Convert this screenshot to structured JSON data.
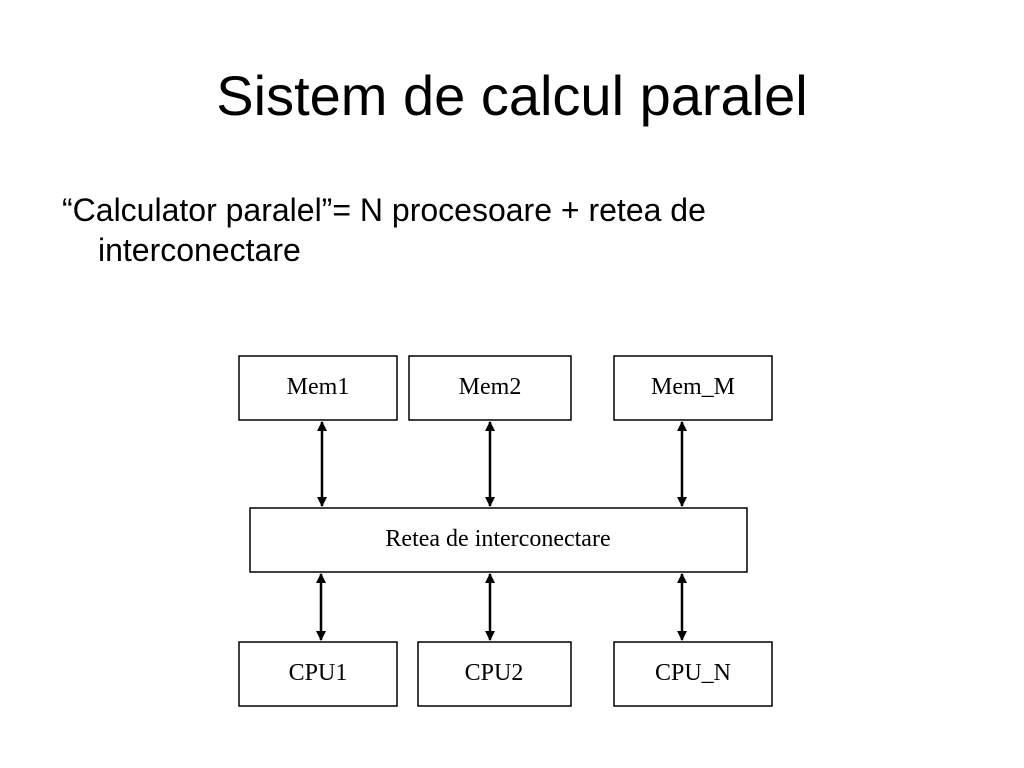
{
  "slide": {
    "title": "Sistem de calcul paralel",
    "bullet": "“Calculator paralel”= N  procesoare + retea de interconectare"
  },
  "diagram": {
    "memories": [
      {
        "id": "mem1",
        "label": "Mem1"
      },
      {
        "id": "mem2",
        "label": "Mem2"
      },
      {
        "id": "memm",
        "label": "Mem_M"
      }
    ],
    "network": {
      "label": "Retea de interconectare"
    },
    "cpus": [
      {
        "id": "cpu1",
        "label": "CPU1"
      },
      {
        "id": "cpu2",
        "label": "CPU2"
      },
      {
        "id": "cpun",
        "label": "CPU_N"
      }
    ],
    "connections": [
      {
        "from": "mem1",
        "to": "network",
        "direction": "bidirectional"
      },
      {
        "from": "mem2",
        "to": "network",
        "direction": "bidirectional"
      },
      {
        "from": "memm",
        "to": "network",
        "direction": "bidirectional"
      },
      {
        "from": "network",
        "to": "cpu1",
        "direction": "bidirectional"
      },
      {
        "from": "network",
        "to": "cpu2",
        "direction": "bidirectional"
      },
      {
        "from": "network",
        "to": "cpun",
        "direction": "bidirectional"
      }
    ]
  }
}
